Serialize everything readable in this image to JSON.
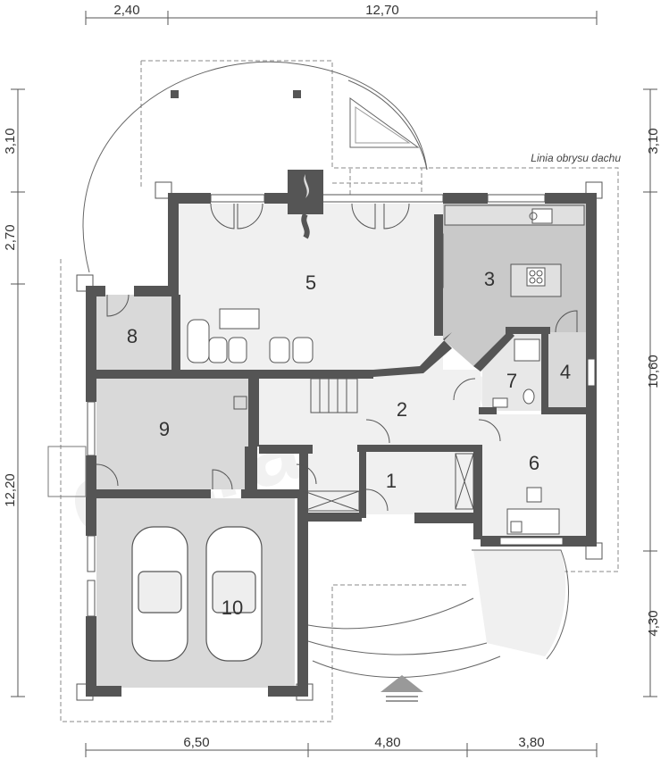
{
  "dimensions": {
    "top": [
      "2,40",
      "12,70"
    ],
    "bottom": [
      "6,50",
      "4,80",
      "3,80"
    ],
    "left": [
      "3,10",
      "2,70",
      "12,20"
    ],
    "right": [
      "3,10",
      "10,60",
      "4,30"
    ]
  },
  "roof_outline_label": "Linia obrysu dachu",
  "rooms": [
    "1",
    "2",
    "3",
    "4",
    "5",
    "6",
    "7",
    "8",
    "9",
    "10"
  ],
  "watermark": "extradom",
  "colors": {
    "wall": "#555555",
    "floor_light": "#f0f0f0",
    "floor_kitchen": "#c9c9c9",
    "floor_utility": "#d9d9d9",
    "outline": "#888888"
  },
  "icons": [
    "entrance-arrow-icon",
    "fireplace-icon",
    "car-icon",
    "stove-icon",
    "sofa-icon"
  ]
}
